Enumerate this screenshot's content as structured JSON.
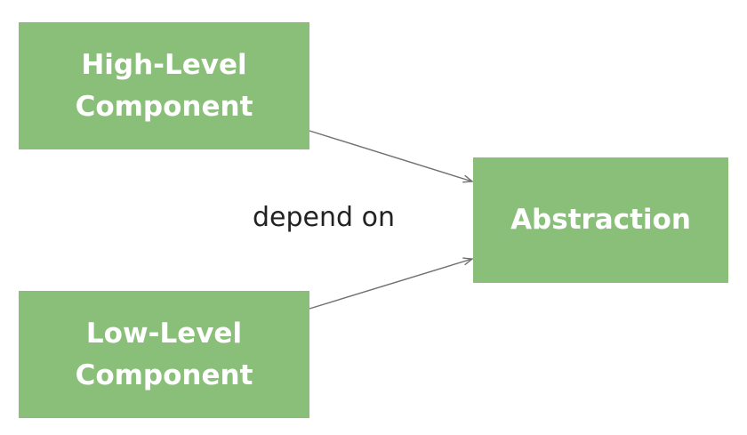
{
  "nodes": {
    "high_level": {
      "line1": "High-Level",
      "line2": "Component"
    },
    "low_level": {
      "line1": "Low-Level",
      "line2": "Component"
    },
    "abstraction": {
      "label": "Abstraction"
    }
  },
  "edge_label": "depend on",
  "colors": {
    "box_fill": "#8abf7a",
    "box_text": "#ffffff",
    "arrow": "#707070",
    "label_text": "#222222"
  }
}
